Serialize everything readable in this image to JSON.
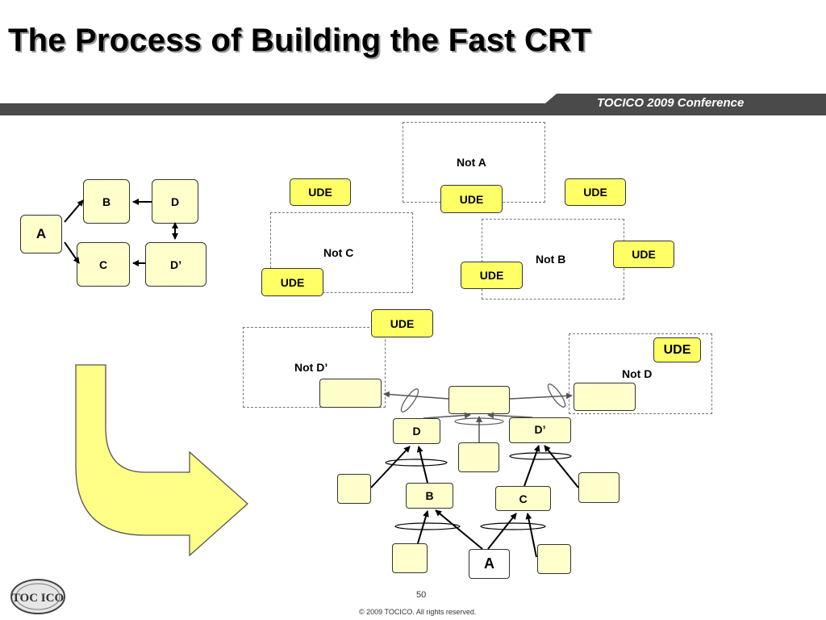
{
  "slide": {
    "title": "The Process of Building the Fast CRT",
    "conference": "TOCICO 2009 Conference",
    "page_number": "50",
    "copyright": "© 2009 TOCICO. All rights reserved.",
    "logo_text": "TOC ICO"
  },
  "left_diagram": {
    "nodes": {
      "a": "A",
      "b": "B",
      "c": "C",
      "d": "D",
      "d_prime": "D’"
    }
  },
  "top_right": {
    "not_a": "Not A",
    "not_b": "Not B",
    "not_c": "Not C",
    "ude_1": "UDE",
    "ude_2": "UDE",
    "ude_3": "UDE",
    "ude_4": "UDE",
    "ude_5": "UDE",
    "ude_6": "UDE"
  },
  "bottom_right": {
    "not_d_prime": "Not D’",
    "not_d": "Not D",
    "ude_7": "UDE",
    "ude_8": "UDE",
    "nodes": {
      "d": "D",
      "d_prime": "D’",
      "b": "B",
      "c": "C",
      "a": "A"
    }
  },
  "colors": {
    "node_fill": "#ffffcc",
    "ude_fill": "#ffff66",
    "arrow_fill": "#ffff88",
    "bar": "#4a4a4a"
  }
}
